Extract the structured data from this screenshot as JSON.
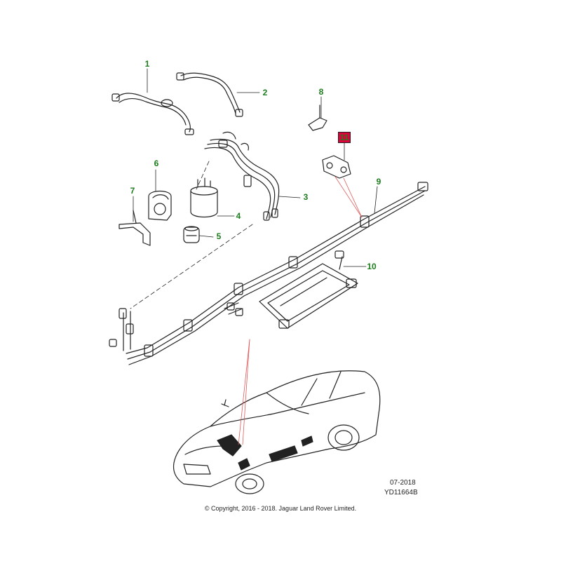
{
  "callouts": {
    "c1": "1",
    "c2": "2",
    "c3": "3",
    "c4": "4",
    "c5": "5",
    "c6": "6",
    "c7": "7",
    "c8": "8",
    "c9": "9",
    "c10": "10",
    "c11": "11"
  },
  "footer": {
    "date": "07-2018",
    "drawing_number": "YD11664B",
    "copyright": "© Copyright, 2016 - 2018. Jaguar Land Rover Limited."
  },
  "colors": {
    "callout_text": "#1e7d1e",
    "highlight_fill": "#e0003a",
    "leader_lines": "#e05a5a",
    "line_art": "#222222"
  }
}
